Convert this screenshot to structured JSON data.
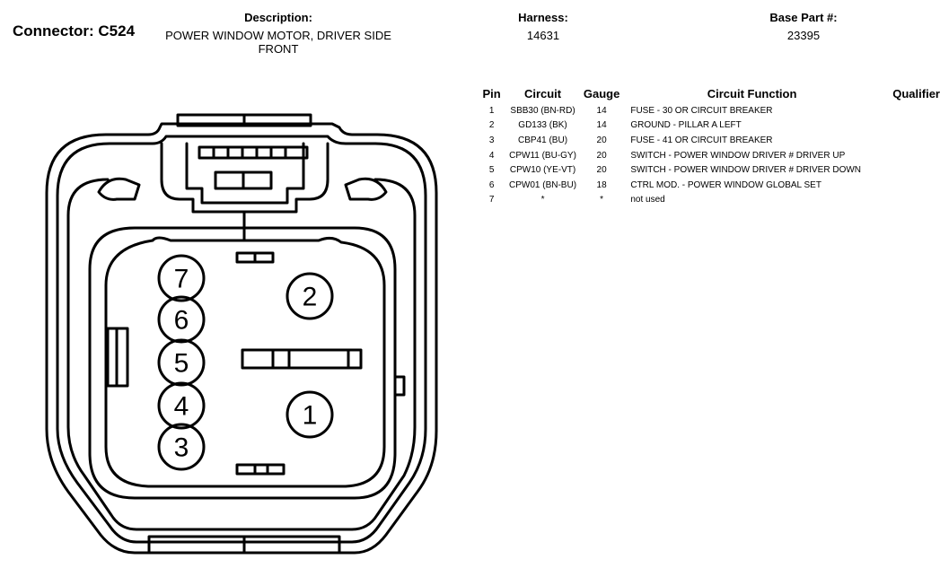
{
  "connector": {
    "label": "Connector: C524"
  },
  "description": {
    "label": "Description:",
    "value": "POWER WINDOW MOTOR, DRIVER SIDE FRONT"
  },
  "harness": {
    "label": "Harness:",
    "value": "14631"
  },
  "base_part": {
    "label": "Base Part #:",
    "value": "23395"
  },
  "table": {
    "headers": {
      "pin": "Pin",
      "circuit": "Circuit",
      "gauge": "Gauge",
      "function": "Circuit Function",
      "qualifier": "Qualifier"
    },
    "rows": [
      {
        "pin": "1",
        "circuit": "SBB30 (BN-RD)",
        "gauge": "14",
        "function": "FUSE - 30 OR CIRCUIT BREAKER",
        "qualifier": ""
      },
      {
        "pin": "2",
        "circuit": "GD133 (BK)",
        "gauge": "14",
        "function": "GROUND - PILLAR A LEFT",
        "qualifier": ""
      },
      {
        "pin": "3",
        "circuit": "CBP41 (BU)",
        "gauge": "20",
        "function": "FUSE - 41 OR CIRCUIT BREAKER",
        "qualifier": ""
      },
      {
        "pin": "4",
        "circuit": "CPW11 (BU-GY)",
        "gauge": "20",
        "function": "SWITCH - POWER WINDOW DRIVER # DRIVER UP",
        "qualifier": ""
      },
      {
        "pin": "5",
        "circuit": "CPW10 (YE-VT)",
        "gauge": "20",
        "function": "SWITCH - POWER WINDOW DRIVER # DRIVER DOWN",
        "qualifier": ""
      },
      {
        "pin": "6",
        "circuit": "CPW01 (BN-BU)",
        "gauge": "18",
        "function": "CTRL MOD. - POWER WINDOW GLOBAL SET",
        "qualifier": ""
      },
      {
        "pin": "7",
        "circuit": "*",
        "gauge": "*",
        "function": "not used",
        "qualifier": ""
      }
    ]
  },
  "diagram": {
    "pins": {
      "p1": "1",
      "p2": "2",
      "p3": "3",
      "p4": "4",
      "p5": "5",
      "p6": "6",
      "p7": "7"
    }
  }
}
